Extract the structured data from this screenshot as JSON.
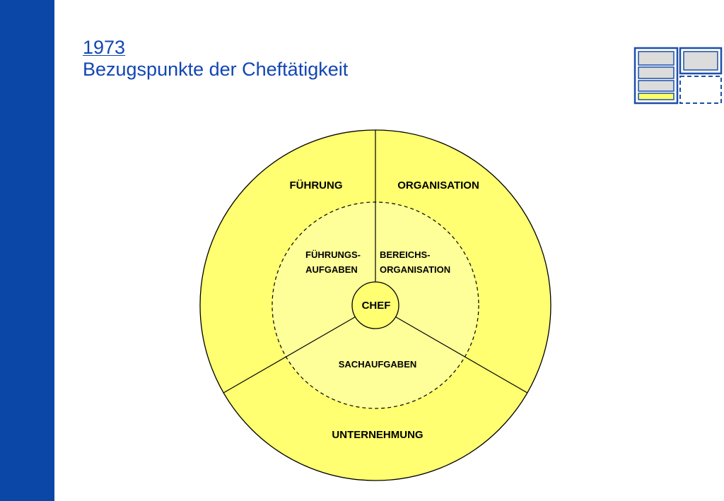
{
  "slide": {
    "year": "1973",
    "title": "Bezugspunkte der Cheftätigkeit"
  },
  "diagram": {
    "outer_labels": {
      "top_left": "FÜHRUNG",
      "top_right": "ORGANISATION",
      "bottom": "UNTERNEHMUNG"
    },
    "inner_labels": {
      "top_left_line1": "FÜHRUNGS-",
      "top_left_line2": "AUFGABEN",
      "top_right_line1": "BEREICHS-",
      "top_right_line2": "ORGANISATION",
      "bottom": "SACHAUFGABEN"
    },
    "center_label": "CHEF"
  },
  "colors": {
    "sidebar": "#0b47a6",
    "title": "#1146b3",
    "outer_ring": "#ffff71",
    "inner_circle": "#ffff99",
    "logo_blue": "#1c4fa8",
    "logo_gray": "#dcdcdc",
    "logo_yellow": "#ffff66"
  }
}
